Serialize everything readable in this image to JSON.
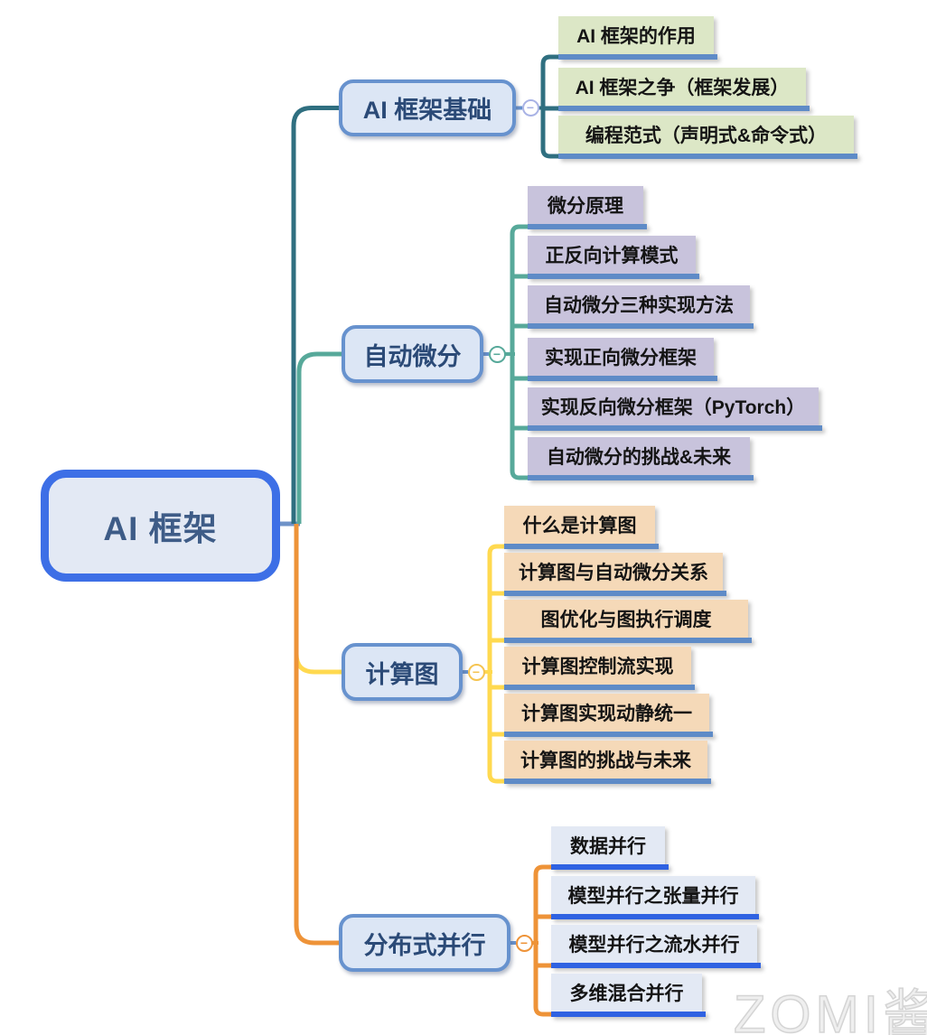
{
  "root": {
    "label": "AI 框架"
  },
  "branches": [
    {
      "label": "AI 框架基础",
      "line_color": "#2F6F80",
      "circle_color": "#A9B3E5",
      "child_fill": "#DCE7C6",
      "underline_color": "#5E8BC7",
      "children": [
        "AI 框架的作用",
        "AI 框架之争（框架发展）",
        "编程范式（声明式&命令式）"
      ]
    },
    {
      "label": "自动微分",
      "line_color": "#57A99A",
      "circle_color": "#57A99A",
      "child_fill": "#C8C3DC",
      "underline_color": "#5E8BC7",
      "children": [
        "微分原理",
        "正反向计算模式",
        "自动微分三种实现方法",
        "实现正向微分框架",
        "实现反向微分框架（PyTorch）",
        "自动微分的挑战&未来"
      ]
    },
    {
      "label": "计算图",
      "line_color": "#FFD94F",
      "circle_color": "#F5C451",
      "child_fill": "#F5D9B8",
      "underline_color": "#5E8BC7",
      "children": [
        "什么是计算图",
        "计算图与自动微分关系",
        "图优化与图执行调度",
        "计算图控制流实现",
        "计算图实现动静统一",
        "计算图的挑战与未来"
      ]
    },
    {
      "label": "分布式并行",
      "line_color": "#EE9338",
      "circle_color": "#EE9338",
      "child_fill": "#E3E9F4",
      "underline_color": "#2F62E2",
      "children": [
        "数据并行",
        "模型并行之张量并行",
        "模型并行之流水并行",
        "多维混合并行"
      ]
    }
  ],
  "colors": {
    "root_border": "#3D6FE6",
    "root_fill": "#E3E9F4",
    "node_border": "#6792CE",
    "node_fill": "#DCE6F5",
    "root_stub": "#6E92C8"
  },
  "ui": {
    "collapse_glyph": "−"
  },
  "watermark": "ZOMI酱"
}
